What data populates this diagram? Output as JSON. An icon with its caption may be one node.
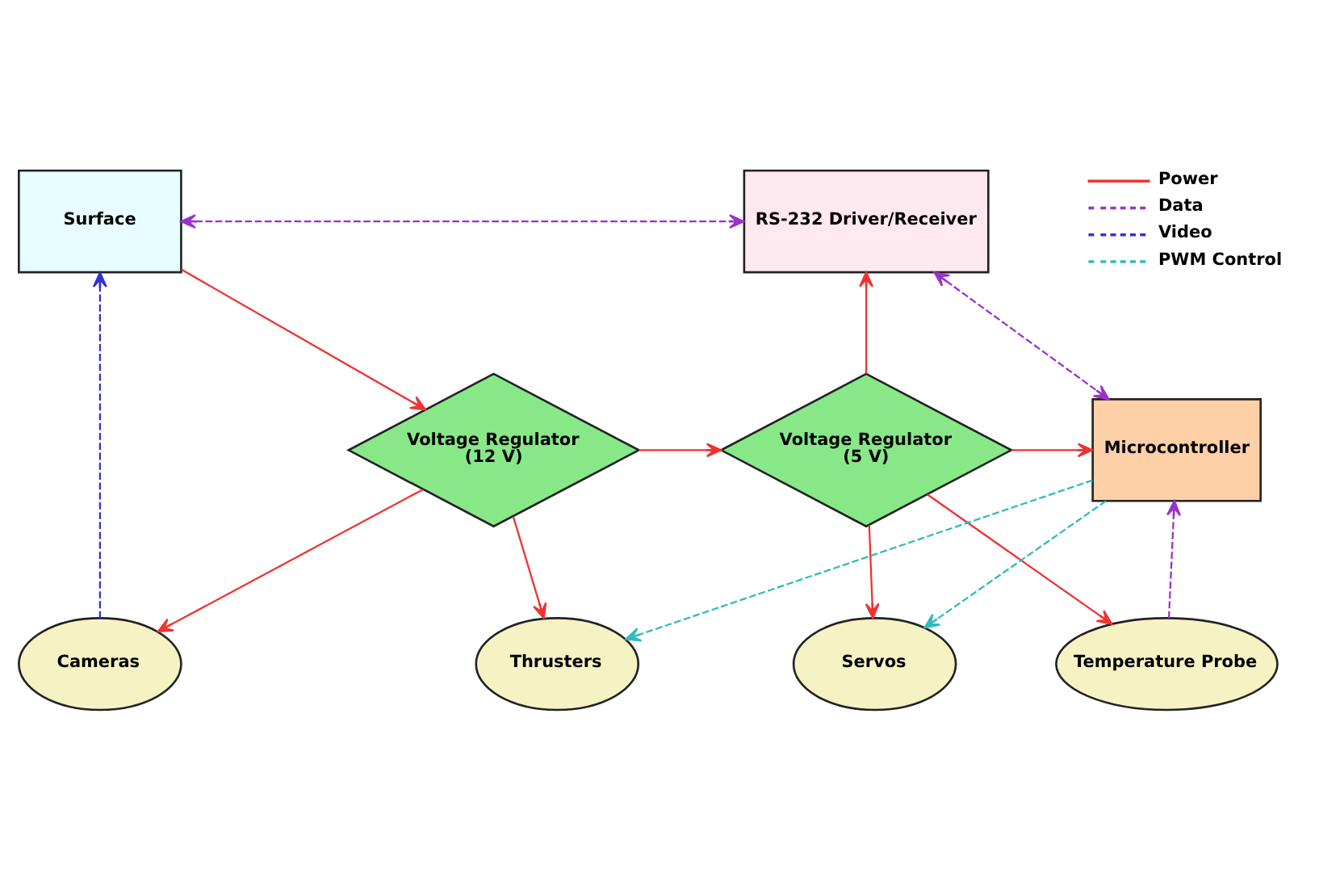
{
  "diagram": {
    "nodes": [
      {
        "text": [
          "Surface"
        ]
      },
      {
        "text": [
          "RS-232 Driver/Receiver"
        ]
      },
      {
        "text": [
          "Voltage Regulator",
          "(12 V)"
        ]
      },
      {
        "text": [
          "Voltage Regulator",
          "(5 V)"
        ]
      },
      {
        "text": [
          "Microcontroller"
        ]
      },
      {
        "text": [
          "Cameras"
        ]
      },
      {
        "text": [
          "Thrusters"
        ]
      },
      {
        "text": [
          "Servos"
        ]
      },
      {
        "text": [
          "Temperature Probe"
        ]
      }
    ],
    "edges": [
      {
        "from": 0,
        "to": 1,
        "arrow": "both",
        "style": "dashed",
        "color": "#9933cc"
      },
      {
        "from": 1,
        "to": 4,
        "arrow": "both",
        "style": "dashed",
        "color": "#9933cc"
      },
      {
        "from": 0,
        "to": 2,
        "arrow": "to"
      },
      {
        "from": 5,
        "to": 0,
        "arrow": "to",
        "style": "dashed",
        "color": "#3333cc"
      },
      {
        "from": 2,
        "to": 3,
        "arrow": "to"
      },
      {
        "from": 3,
        "to": 1,
        "arrow": "to"
      },
      {
        "from": 3,
        "to": 4,
        "arrow": "to"
      },
      {
        "from": 2,
        "to": 5,
        "arrow": "to"
      },
      {
        "from": 2,
        "to": 6,
        "arrow": "to"
      },
      {
        "from": 3,
        "to": 7,
        "arrow": "to"
      },
      {
        "from": 3,
        "to": 8,
        "arrow": "to"
      },
      {
        "from": 4,
        "to": 6,
        "arrow": "to",
        "style": "dashed",
        "color": "#33bbbb"
      },
      {
        "from": 4,
        "to": 7,
        "arrow": "to",
        "style": "dashed",
        "color": "#33bbbb"
      },
      {
        "from": 8,
        "to": 4,
        "arrow": "to",
        "style": "dashed",
        "color": "#9933cc"
      }
    ],
    "legend": [
      {
        "text": "Power"
      },
      {
        "text": "Data"
      },
      {
        "text": "Video"
      },
      {
        "text": "PWM Control"
      }
    ]
  }
}
